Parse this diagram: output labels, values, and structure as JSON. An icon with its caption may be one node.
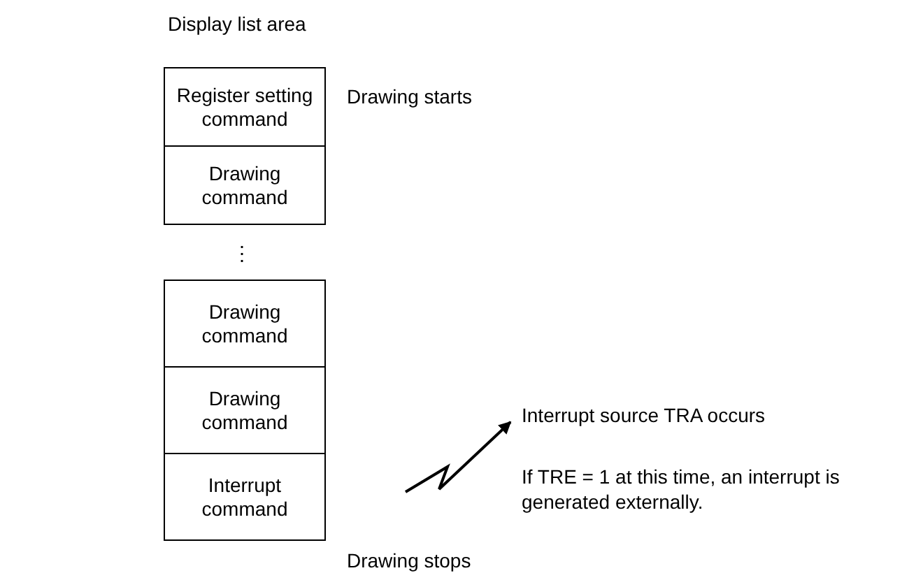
{
  "diagram": {
    "nodes": [
      {
        "text": [
          "Register setting command"
        ]
      },
      {
        "text": [
          "Drawing command"
        ]
      },
      {
        "text": [
          "Drawing command"
        ]
      },
      {
        "text": [
          "Drawing command"
        ]
      },
      {
        "text": [
          "Interrupt command"
        ]
      },
      {
        "text": [
          "Interrupt source TRA occurs"
        ]
      }
    ],
    "edges": [
      {
        "from": null,
        "to": 5,
        "arrow": "to"
      }
    ],
    "labels": [
      "Display list area",
      "Drawing starts",
      "⋮",
      "If TRE = 1 at this time, an interrupt is generated externally.",
      "Drawing stops"
    ]
  }
}
